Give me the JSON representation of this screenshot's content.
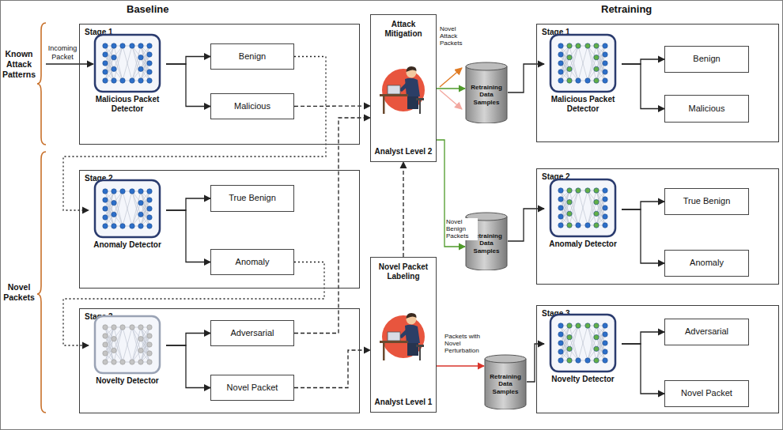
{
  "diagram": {
    "nodes": [
      {
        "text": [
          "Stage 1"
        ]
      },
      {
        "text": [
          "Malicious Packet Detector"
        ],
        "in": 0
      },
      {
        "text": [
          "Benign"
        ],
        "in": 0
      },
      {
        "text": [
          "Malicious"
        ],
        "in": 0
      },
      {
        "text": [
          "Stage 2"
        ]
      },
      {
        "text": [
          "Anomaly Detector"
        ],
        "in": 4
      },
      {
        "text": [
          "True Benign"
        ],
        "in": 4
      },
      {
        "text": [
          "Anomaly"
        ],
        "in": 4
      },
      {
        "text": [
          "Stage 3"
        ]
      },
      {
        "text": [
          "Novelty Detector"
        ],
        "in": 8
      },
      {
        "text": [
          "Adversarial"
        ],
        "in": 8
      },
      {
        "text": [
          "Novel Packet"
        ],
        "in": 8
      },
      {
        "text": [
          "Attack Mitigation",
          "Analyst Level 2"
        ]
      },
      {
        "text": [
          "Novel Packet Labeling",
          "Analyst Level 1"
        ]
      },
      {
        "text": [
          "Retraining Data Samples"
        ]
      },
      {
        "text": [
          "Retraining Data Samples"
        ]
      },
      {
        "text": [
          "Retraining Data Samples"
        ]
      },
      {
        "text": [
          "Stage 1"
        ]
      },
      {
        "text": [
          "Malicious Packet Detector"
        ],
        "in": 17
      },
      {
        "text": [
          "Benign"
        ],
        "in": 17
      },
      {
        "text": [
          "Malicious"
        ],
        "in": 17
      },
      {
        "text": [
          "Stage 2"
        ]
      },
      {
        "text": [
          "Anomaly Detector"
        ],
        "in": 21
      },
      {
        "text": [
          "True Benign"
        ],
        "in": 21
      },
      {
        "text": [
          "Anomaly"
        ],
        "in": 21
      },
      {
        "text": [
          "Stage 3"
        ]
      },
      {
        "text": [
          "Novelty Detector"
        ],
        "in": 25
      },
      {
        "text": [
          "Adversarial"
        ],
        "in": 25
      },
      {
        "text": [
          "Novel Packet"
        ],
        "in": 25
      }
    ],
    "edges": [
      {
        "from": 1,
        "to": 2,
        "arrow": "to"
      },
      {
        "from": 1,
        "to": 3,
        "arrow": "to"
      },
      {
        "from": 2,
        "to": 5,
        "arrow": "to"
      },
      {
        "from": 3,
        "to": 12,
        "arrow": "to"
      },
      {
        "from": 5,
        "to": 6,
        "arrow": "to"
      },
      {
        "from": 5,
        "to": 7,
        "arrow": "to"
      },
      {
        "from": 7,
        "to": 9,
        "arrow": "to"
      },
      {
        "from": 9,
        "to": 10,
        "arrow": "to"
      },
      {
        "from": 9,
        "to": 11,
        "arrow": "to"
      },
      {
        "from": 10,
        "to": 12,
        "arrow": "to"
      },
      {
        "from": 11,
        "to": 13,
        "arrow": "to"
      },
      {
        "from": 13,
        "to": 12,
        "arrow": "to"
      },
      {
        "from": 12,
        "to": 14,
        "arrow": "to",
        "label": "Novel Attack Packets"
      },
      {
        "from": 12,
        "to": 15,
        "arrow": "to",
        "label": "Novel Benign Packets"
      },
      {
        "from": 13,
        "to": 16,
        "arrow": "to",
        "label": "Packets with Novel Perturbation"
      },
      {
        "from": 14,
        "to": 18,
        "arrow": "to"
      },
      {
        "from": 15,
        "to": 22,
        "arrow": "to"
      },
      {
        "from": 16,
        "to": 26,
        "arrow": "to"
      },
      {
        "from": 18,
        "to": 19,
        "arrow": "to"
      },
      {
        "from": 18,
        "to": 20,
        "arrow": "to"
      },
      {
        "from": 22,
        "to": 23,
        "arrow": "to"
      },
      {
        "from": 22,
        "to": 24,
        "arrow": "to"
      },
      {
        "from": 26,
        "to": 27,
        "arrow": "to"
      },
      {
        "from": 26,
        "to": 28,
        "arrow": "to"
      }
    ],
    "labels": [
      "Baseline",
      "Retraining",
      "Known Attack Patterns",
      "Novel Packets",
      "Incoming Packet"
    ]
  }
}
